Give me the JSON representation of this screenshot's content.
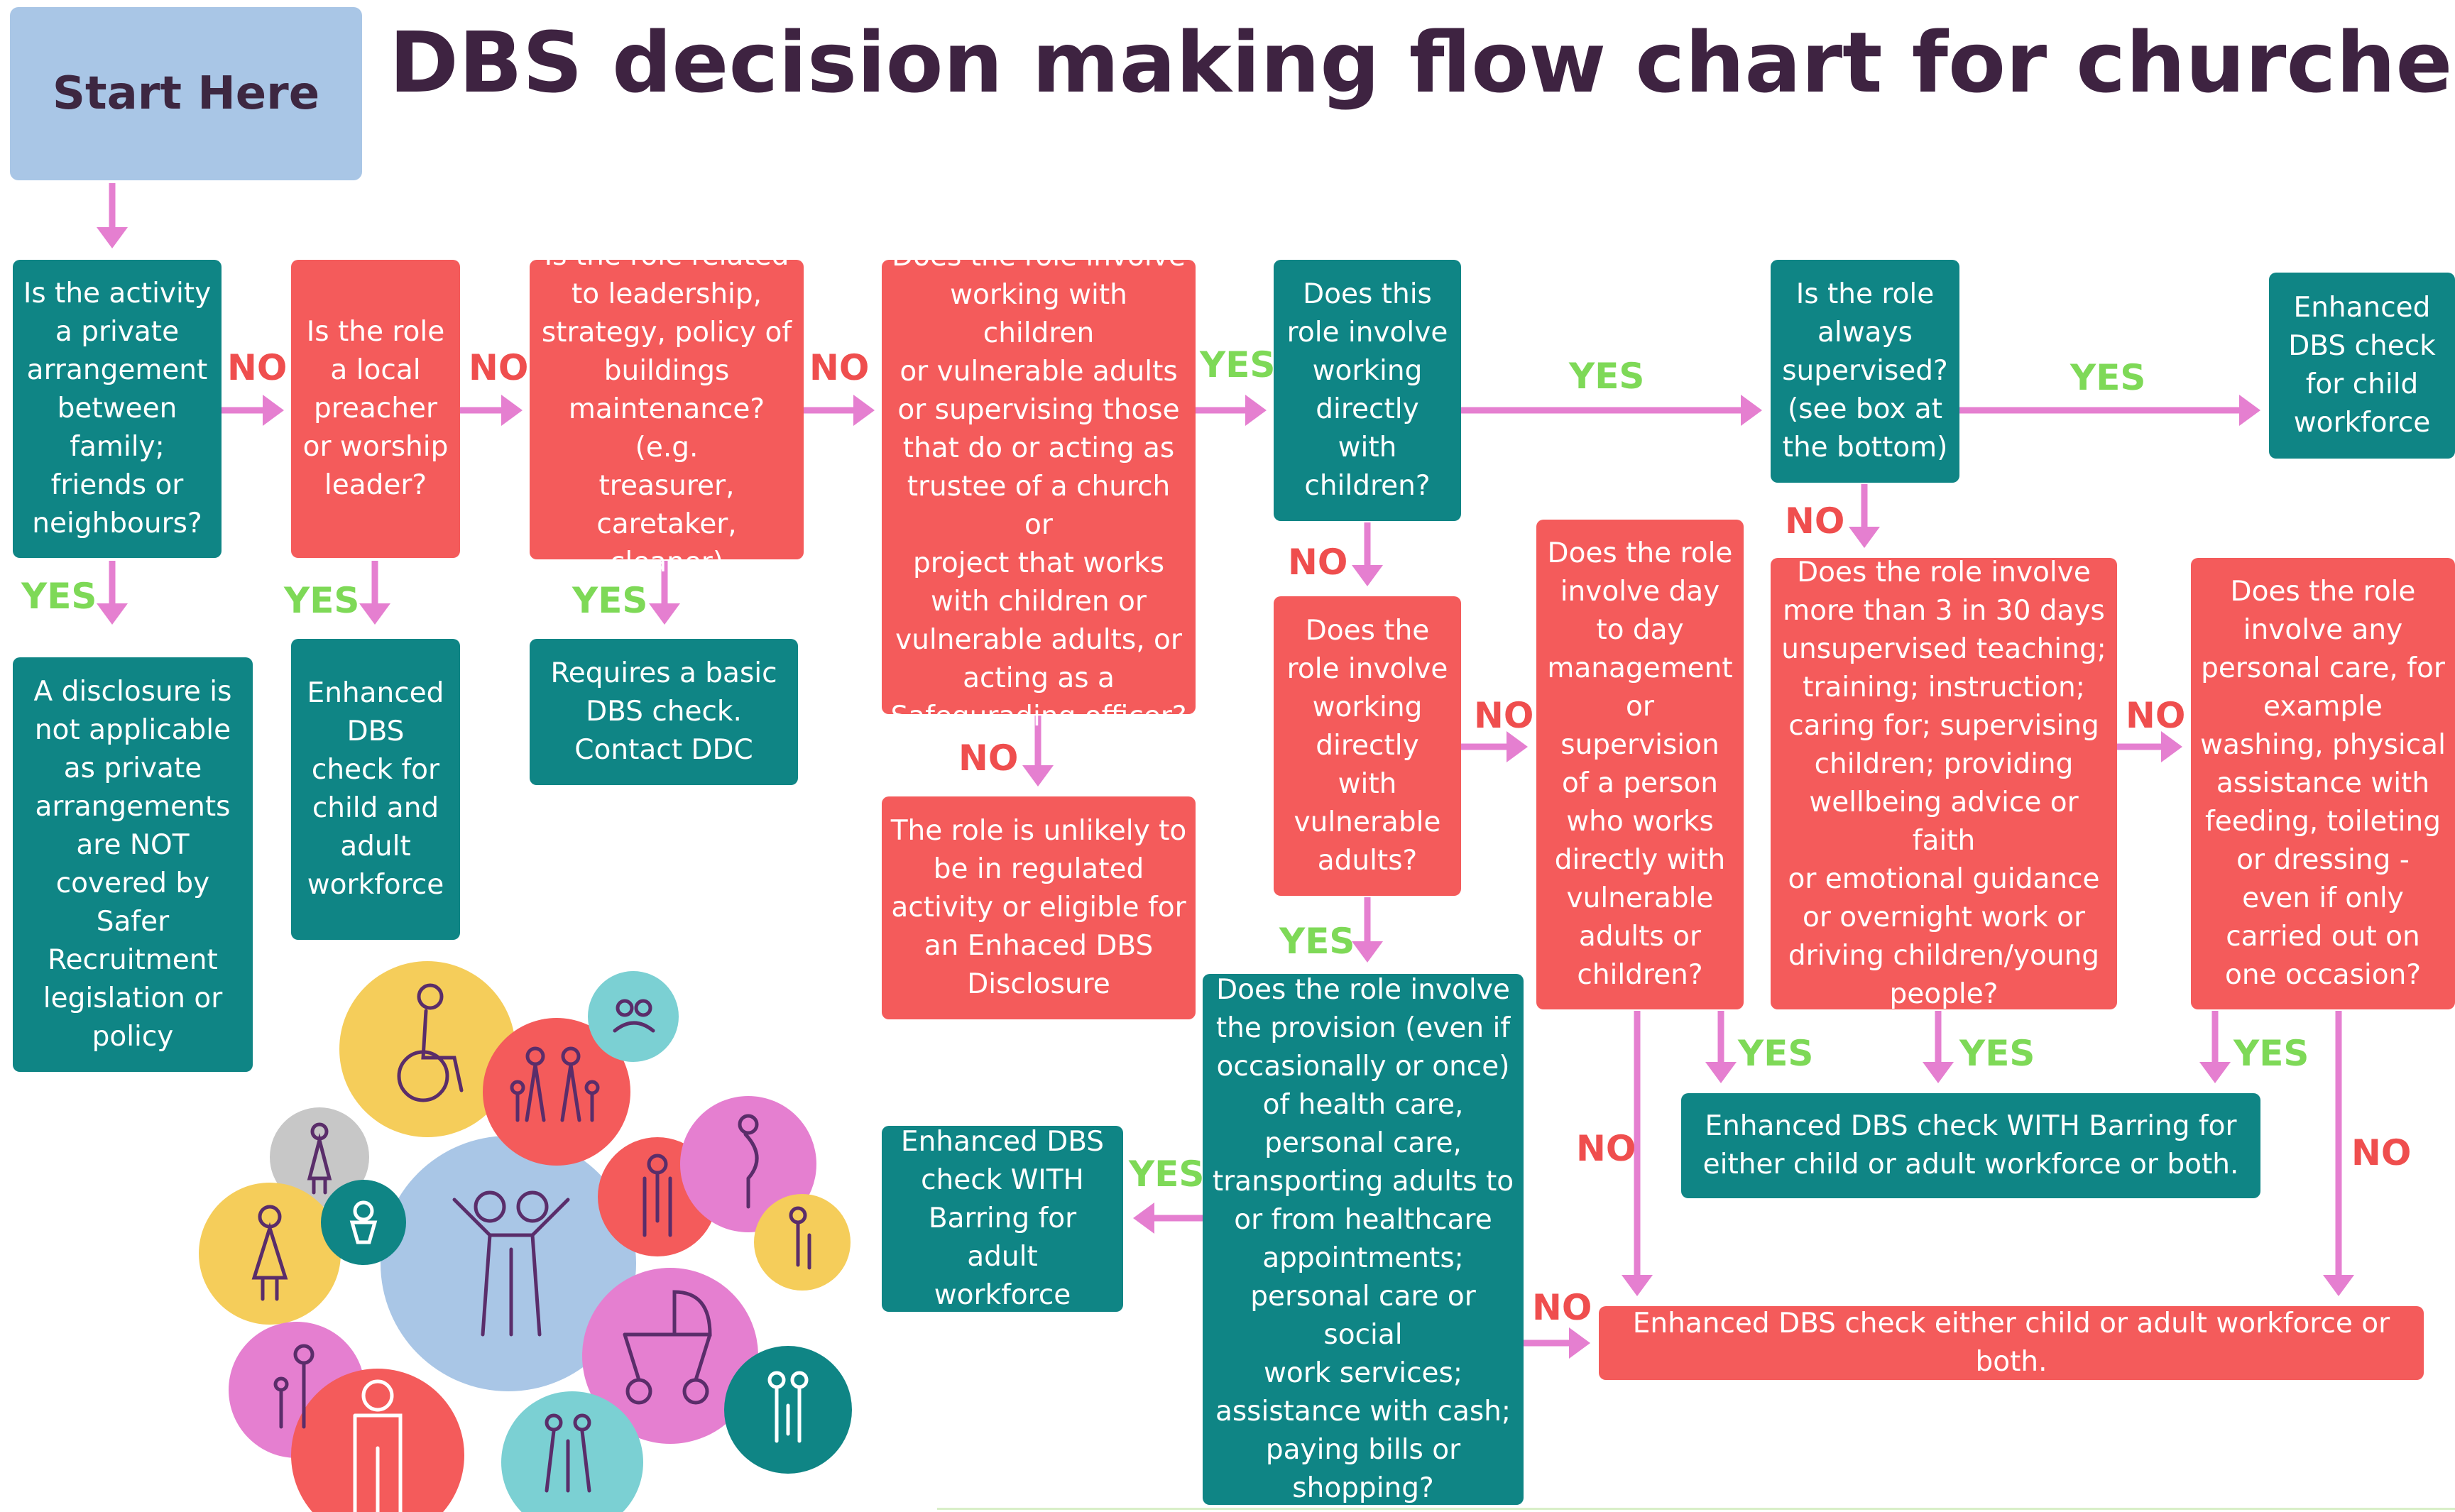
{
  "title": "DBS decision making flow chart for churches",
  "start": "Start Here",
  "colors": {
    "teal": "#0f8585",
    "red": "#f45b5b",
    "pink_arrow": "#e57fd0",
    "yes": "#7ed957",
    "no": "#ef4e4e",
    "start_fill": "#a9c6e6"
  },
  "nodes": {
    "q_private": "Is the activity\na private\narrangement\nbetween\nfamily;\nfriends or\nneighbours?",
    "q_preacher": "Is the role\na local\npreacher\nor worship\nleader?",
    "q_leadership": "Is the role related\nto leadership,\nstrategy,  policy of\nbuildings\nmaintenance? (e.g.\ntreasurer,\ncaretaker, cleaner)",
    "q_working": "Does the role involve\nworking with children\nor vulnerable adults\nor supervising those\nthat do or acting as\ntrustee of a church or\nproject that works\nwith children or\nvulnerable adults, or\nacting as a\nSafegurading officer?",
    "q_children": "Does this\nrole involve\nworking\ndirectly\nwith\nchildren?",
    "q_supervised": "Is the role\nalways\nsupervised?\n(see box at\nthe bottom)",
    "r_child": "Enhanced\nDBS check\nfor child\nworkforce",
    "r_not_applicable": "A disclosure is\nnot applicable\nas private\narrangements\nare NOT\ncovered by\nSafer\nRecruitment\nlegislation or\npolicy",
    "r_child_adult": "Enhanced\nDBS\ncheck for\nchild and\nadult\nworkforce",
    "r_basic": "Requires a basic\nDBS check.\nContact DDC",
    "r_unlikely": "The role is unlikely to\nbe in regulated\nactivity or eligible for\nan Enhaced DBS\nDisclosure",
    "q_vulnerable": "Does the\nrole involve\nworking\ndirectly\nwith\nvulnerable\nadults?",
    "q_management": "Does the role\ninvolve day\nto day\nmanagement\nor\nsupervision\nof a person\nwho  works\ndirectly with\nvulnerable\nadults or\nchildren?",
    "q_unsupervised": "Does the role involve\nmore than 3 in 30 days\nunsupervised teaching;\ntraining; instruction;\ncaring for; supervising\nchildren; providing\nwellbeing advice or faith\nor emotional guidance\nor overnight work or\ndriving children/young\npeople?",
    "q_personal_care": "Does the role\ninvolve any\npersonal care, for\nexample\nwashing, physical\nassistance with\nfeeding, toileting\nor dressing -\neven if only\ncarried  out on\none occasion?",
    "q_provision": "Does the role involve\nthe provision (even if\noccasionally or once)\nof health care,\npersonal care,\ntransporting adults to\nor from healthcare\nappointments;\npersonal care or social\nwork services;\nassistance with cash;\npaying bills or\nshopping?",
    "r_barring_adult": "Enhanced DBS\ncheck WITH\nBarring for adult\nworkforce",
    "r_barring_either": "Enhanced DBS check WITH Barring for\neither child or adult workforce or both.",
    "r_either": "Enhanced DBS check either child or adult workforce or both."
  },
  "labels": {
    "yes": "YES",
    "no": "NO"
  },
  "illustration": {
    "description_icons": [
      "wheelchair-user-icon",
      "family-icon",
      "elderly-icon",
      "pregnant-woman-icon",
      "baby-icon",
      "pram-icon",
      "parent-child-icon",
      "group-icon"
    ]
  }
}
